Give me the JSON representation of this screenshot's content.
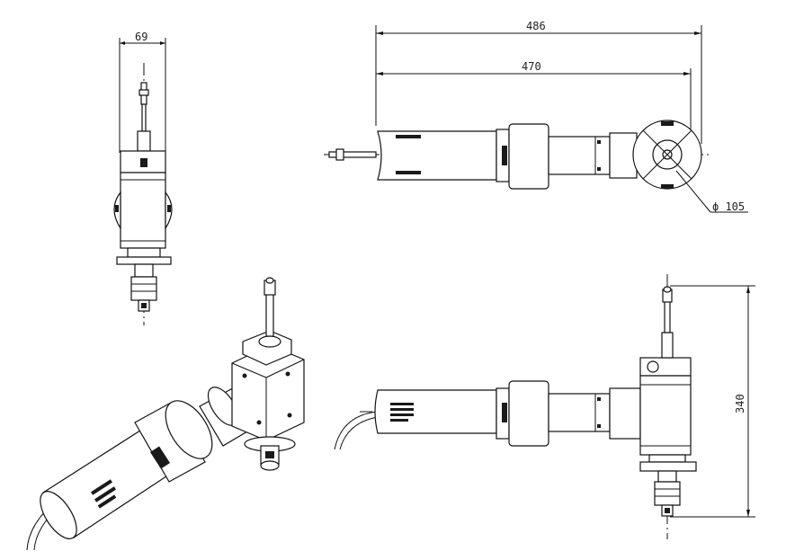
{
  "drawing": {
    "dimensions": {
      "front_width": "69",
      "overall_length": "486",
      "body_length": "470",
      "disc_diameter": "ϕ 105",
      "overall_height": "340"
    },
    "views": [
      "front-view",
      "top-view",
      "perspective-view",
      "side-view"
    ]
  }
}
